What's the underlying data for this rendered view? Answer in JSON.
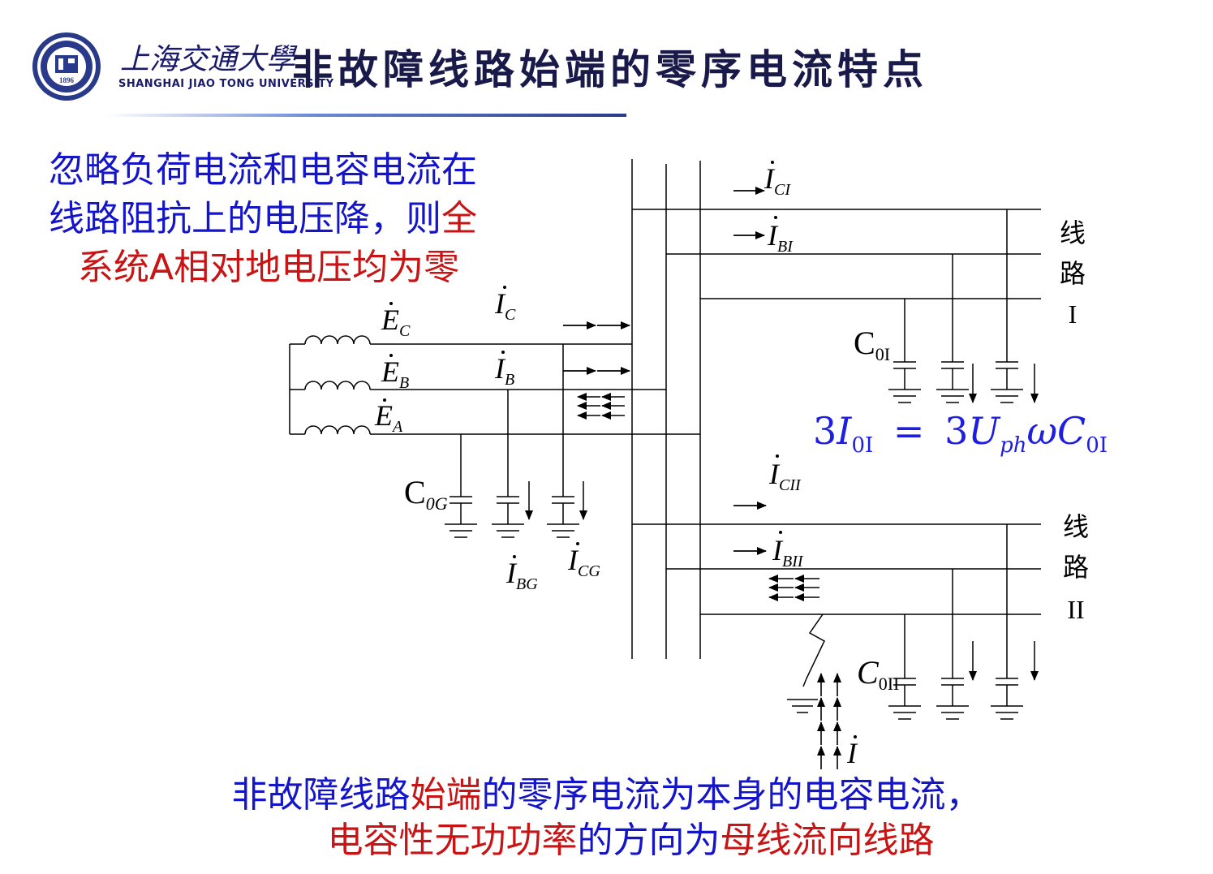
{
  "header": {
    "university_cn": "上海交通大學",
    "university_en": "SHANGHAI  JIAO TONG  UNIVERSITY",
    "logo_year": "1896",
    "title": "非故障线路始端的零序电流特点"
  },
  "note": {
    "line1": "忽略负荷电流和电容电流在",
    "line2_blue": "线路阻抗上的电压降，则",
    "line2_red": "全",
    "line3_red": "系统A相对地电压均为零"
  },
  "formula": {
    "lhs_coef": "3",
    "lhs_var": "I",
    "lhs_sub": "0I",
    "equals": "=",
    "rhs_coef": "3",
    "rhs_var": "U",
    "rhs_sub": "ph",
    "omega": "ω",
    "cap": "C",
    "cap_sub": "0I"
  },
  "diagram": {
    "source_labels": {
      "ec": "E",
      "ec_sub": "C",
      "eb": "E",
      "eb_sub": "B",
      "ea": "E",
      "ea_sub": "A"
    },
    "gen_currents": {
      "ic": "I",
      "ic_sub": "C",
      "ib": "I",
      "ib_sub": "B",
      "ibg": "I",
      "ibg_sub": "BG",
      "icg": "I",
      "icg_sub": "CG"
    },
    "gen_cap": {
      "name": "C",
      "sub": "0G"
    },
    "line1_currents": {
      "ici": "I",
      "ici_sub": "CI",
      "ibi": "I",
      "ibi_sub": "BI"
    },
    "line1_cap": {
      "name": "C",
      "sub": "0I"
    },
    "line1_label": [
      "线",
      "路",
      "I"
    ],
    "line2_currents": {
      "icii": "I",
      "icii_sub": "CII",
      "ibii": "I",
      "ibii_sub": "BII"
    },
    "line2_cap": {
      "name": "C",
      "sub": "0II"
    },
    "line2_label": [
      "线",
      "路",
      "II"
    ],
    "fault_current": "I"
  },
  "conclusion": {
    "p1_blue": "非故障线路",
    "p1_red": "始端",
    "p1_blue2": "的零序电流为本身的电容电流，",
    "p2_red": "电容性无功功率",
    "p2_blue": "的方向为",
    "p2_red2": "母线流向线路"
  },
  "colors": {
    "blue": "#1414c8",
    "red": "#c81414",
    "formula": "#1e1ee0",
    "title": "#1a1a4a"
  }
}
